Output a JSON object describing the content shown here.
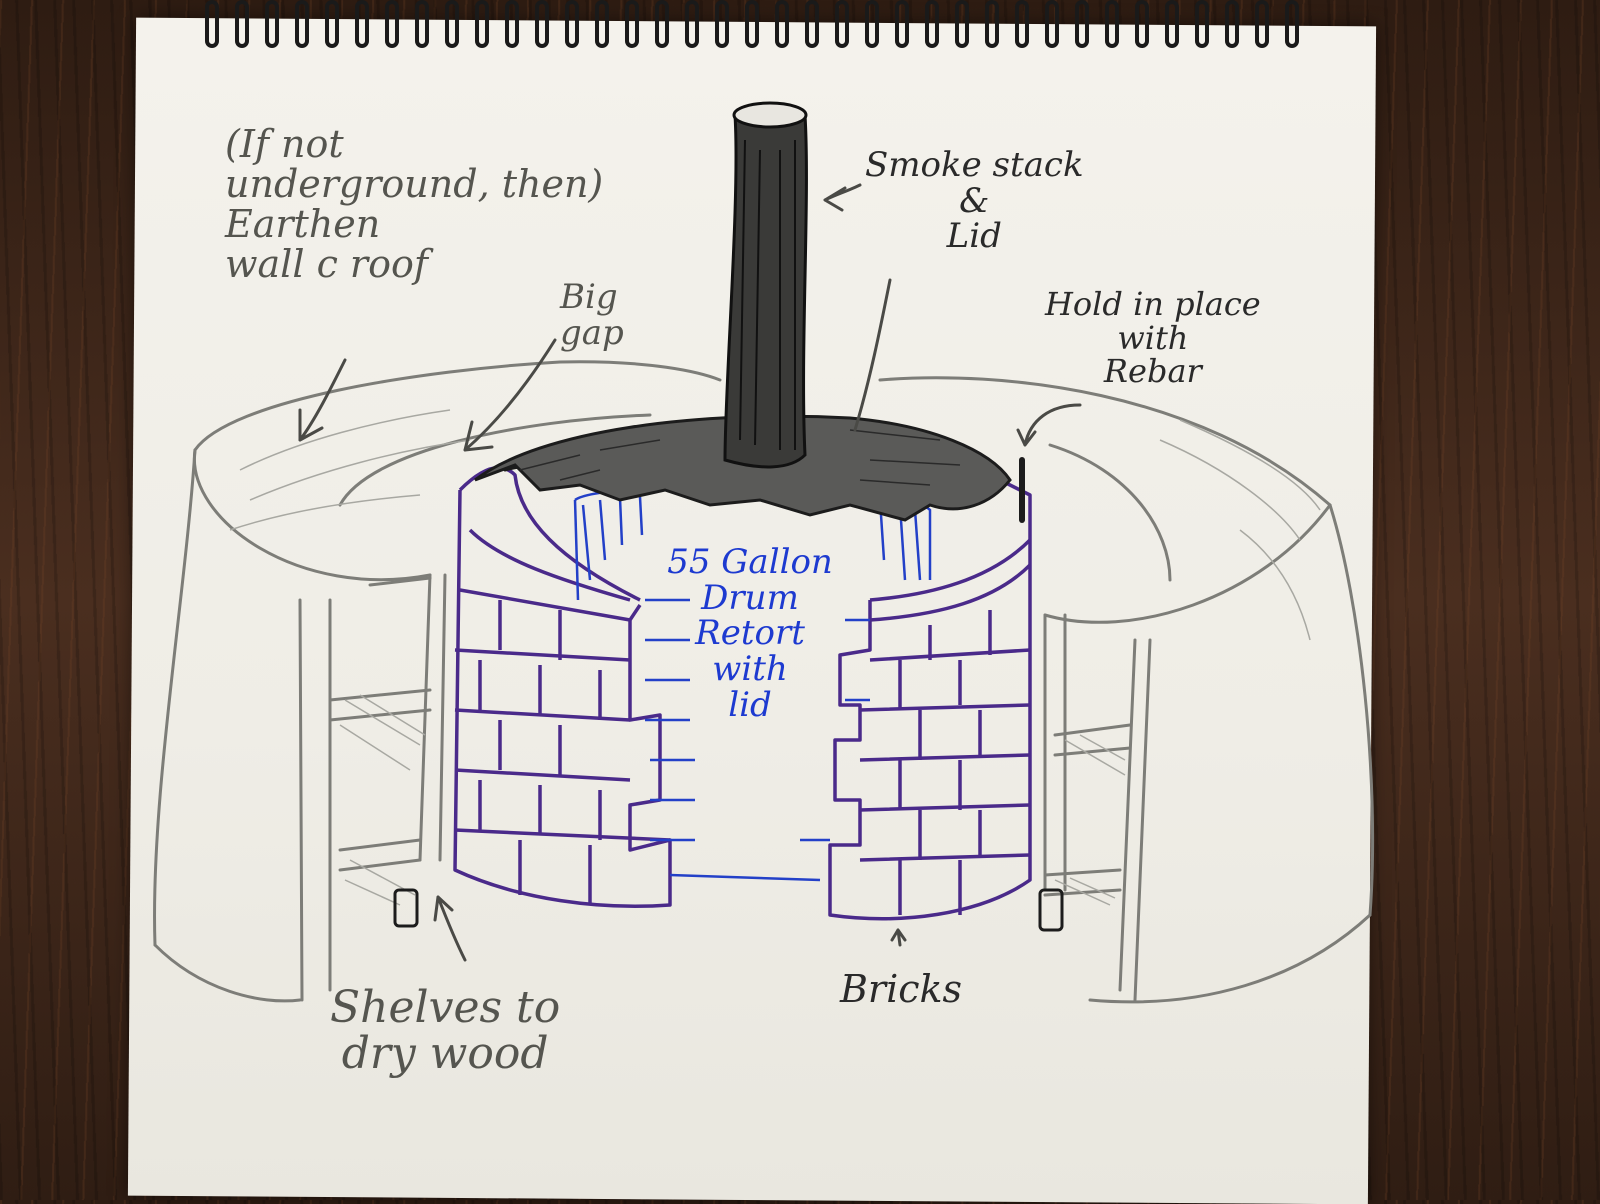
{
  "labels": {
    "earthen_wall": "(If not\nunderground, then)\nEarthen\nwall c roof",
    "big_gap": "Big\ngap",
    "smoke_stack": "Smoke stack\n&\nLid",
    "rebar": "Hold in place\nwith\nRebar",
    "drum": "55 Gallon\nDrum\nRetort\nwith\nlid",
    "bricks": "Bricks",
    "shelves": "Shelves to\ndry wood"
  },
  "colors": {
    "pen": "#1c1c1c",
    "pencil": "#7d7d78",
    "purple": "#4a2a8a",
    "blue": "#2340c8",
    "paper": "#f1efe9",
    "table": "#3a2418"
  }
}
